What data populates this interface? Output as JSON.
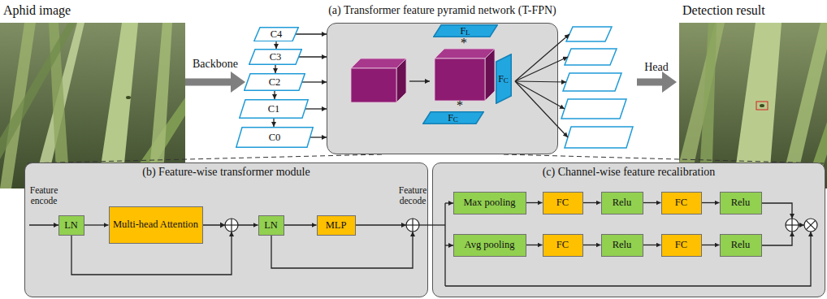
{
  "diagram": {
    "nodes": [
      {
        "text": [
          "Aphid image"
        ]
      },
      {
        "text": [
          "C4"
        ]
      },
      {
        "text": [
          "C3"
        ]
      },
      {
        "text": [
          "C2"
        ]
      },
      {
        "text": [
          "C1"
        ]
      },
      {
        "text": [
          "C0"
        ]
      },
      {
        "text": [
          "(a) Transformer feature pyramid network (T-FPN)"
        ]
      },
      {
        "text": [
          "F",
          "L"
        ],
        "in": 6
      },
      {
        "text": [
          "F",
          "C"
        ],
        "in": 6
      },
      {
        "text": [
          "F",
          "C"
        ],
        "in": 6
      },
      {
        "text": [
          "Detection result"
        ]
      },
      {
        "text": [
          "(b) Feature-wise transformer module"
        ]
      },
      {
        "text": [
          "LN"
        ],
        "in": 11
      },
      {
        "text": [
          "Multi-head Attention"
        ],
        "in": 11
      },
      {
        "text": [
          "LN"
        ],
        "in": 11
      },
      {
        "text": [
          "MLP"
        ],
        "in": 11
      },
      {
        "text": [
          "(c) Channel-wise feature recalibration"
        ]
      },
      {
        "text": [
          "Max pooling"
        ],
        "in": 16
      },
      {
        "text": [
          "FC"
        ],
        "in": 16
      },
      {
        "text": [
          "Relu"
        ],
        "in": 16
      },
      {
        "text": [
          "FC"
        ],
        "in": 16
      },
      {
        "text": [
          "Relu"
        ],
        "in": 16
      },
      {
        "text": [
          "Avg pooling"
        ],
        "in": 16
      },
      {
        "text": [
          "FC"
        ],
        "in": 16
      },
      {
        "text": [
          "Relu"
        ],
        "in": 16
      },
      {
        "text": [
          "FC"
        ],
        "in": 16
      },
      {
        "text": [
          "Relu"
        ],
        "in": 16
      }
    ],
    "edges": [
      {
        "from": 0,
        "to": 3,
        "label": "Backbone",
        "arrow": "to"
      },
      {
        "from": 1,
        "to": 2,
        "arrow": "to"
      },
      {
        "from": 2,
        "to": 3,
        "arrow": "to"
      },
      {
        "from": 3,
        "to": 4,
        "arrow": "to"
      },
      {
        "from": 4,
        "to": 5,
        "arrow": "to"
      },
      {
        "from": 1,
        "to": 6,
        "arrow": "to"
      },
      {
        "from": 2,
        "to": 6,
        "arrow": "to"
      },
      {
        "from": 3,
        "to": 6,
        "arrow": "to"
      },
      {
        "from": 4,
        "to": 6,
        "arrow": "to"
      },
      {
        "from": 5,
        "to": 6,
        "arrow": "to"
      },
      {
        "from": 12,
        "to": 13,
        "arrow": "to"
      },
      {
        "from": 13,
        "to": 14,
        "arrow": "to"
      },
      {
        "from": 14,
        "to": 15,
        "arrow": "to"
      },
      {
        "from": 17,
        "to": 18,
        "arrow": "to"
      },
      {
        "from": 18,
        "to": 19,
        "arrow": "to"
      },
      {
        "from": 19,
        "to": 20,
        "arrow": "to"
      },
      {
        "from": 20,
        "to": 21,
        "arrow": "to"
      },
      {
        "from": 22,
        "to": 23,
        "arrow": "to"
      },
      {
        "from": 23,
        "to": 24,
        "arrow": "to"
      },
      {
        "from": 24,
        "to": 25,
        "arrow": "to"
      },
      {
        "from": 25,
        "to": 26,
        "arrow": "to"
      }
    ],
    "labels": [
      "Head",
      "*",
      "*",
      "Feature encode",
      "Feature decode"
    ]
  }
}
